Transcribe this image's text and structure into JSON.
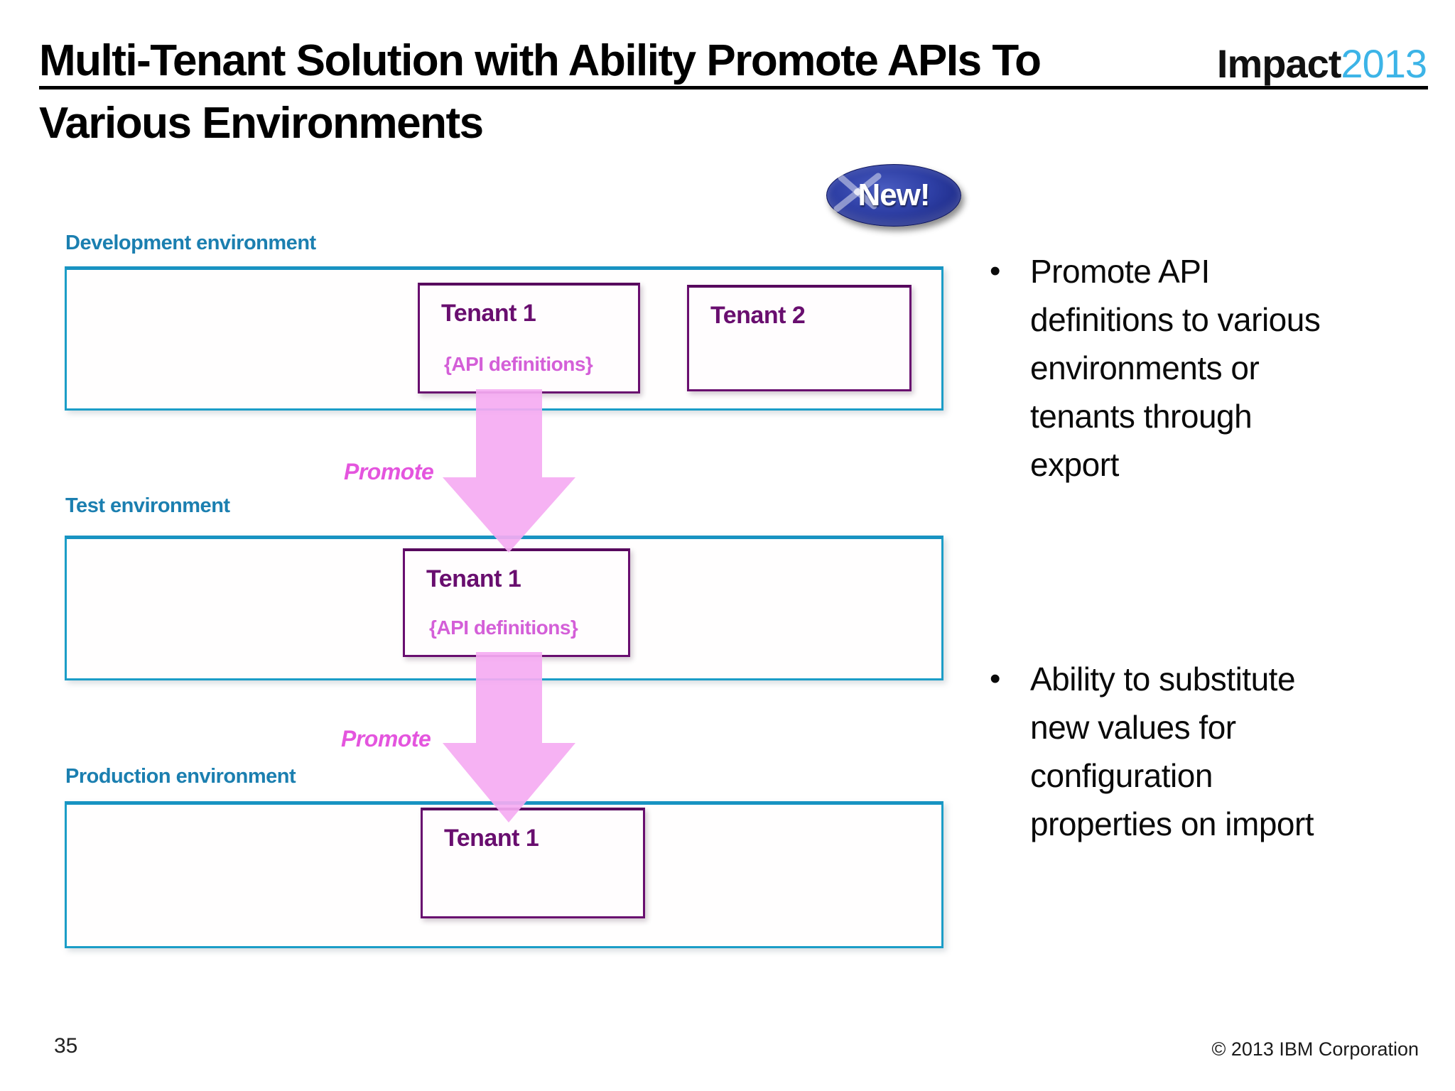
{
  "title": {
    "line1": "Multi-Tenant Solution with Ability Promote APIs To",
    "line2": "Various Environments"
  },
  "logo": {
    "word": "Impact",
    "year": "2013"
  },
  "badge": {
    "label": "New!"
  },
  "diagram": {
    "promote_label": "Promote",
    "environments": [
      {
        "label": "Development environment",
        "tenants": [
          {
            "name": "Tenant 1",
            "detail": "{API definitions}"
          },
          {
            "name": "Tenant 2",
            "detail": ""
          }
        ]
      },
      {
        "label": "Test environment",
        "tenants": [
          {
            "name": "Tenant 1",
            "detail": "{API definitions}"
          }
        ]
      },
      {
        "label": "Production environment",
        "tenants": [
          {
            "name": "Tenant 1",
            "detail": ""
          }
        ]
      }
    ]
  },
  "bullets": {
    "marker": "•",
    "items": [
      {
        "lines": [
          "Promote API",
          "definitions to various",
          "environments or",
          "tenants through",
          "export"
        ]
      },
      {
        "lines": [
          "Ability to substitute",
          "new values for",
          "configuration",
          "properties on import"
        ]
      }
    ]
  },
  "footer": {
    "page_number": "35",
    "copyright": "© 2013 IBM Corporation"
  },
  "colors": {
    "env_border": "#1b9dc7",
    "env_label": "#1b7fb0",
    "tenant_border": "#690e6f",
    "tenant_detail": "#d45fd8",
    "promote_text": "#e455de",
    "arrow_fill": "#f5abf2",
    "logo_year_blue": "#3cb4e7",
    "badge_blue": "#2e3fa5"
  }
}
